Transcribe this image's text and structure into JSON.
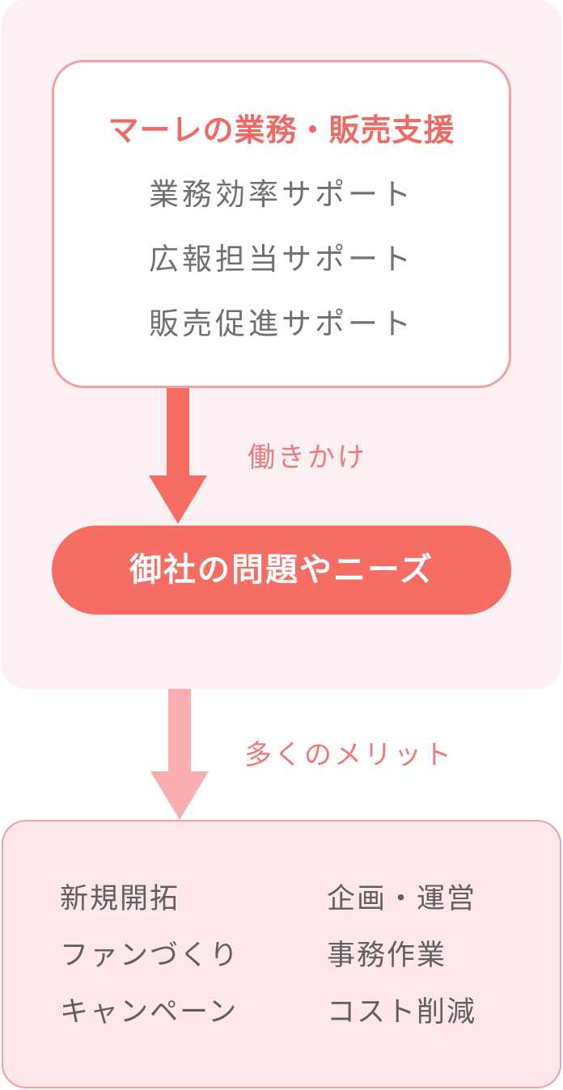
{
  "services": {
    "title": "マーレの業務・販売支援",
    "items": [
      "業務効率サポート",
      "広報担当サポート",
      "販売促進サポート"
    ]
  },
  "arrow1": {
    "label": "働きかけ",
    "color": "#f56d63"
  },
  "needs": {
    "label": "御社の問題やニーズ"
  },
  "arrow2": {
    "label": "多くのメリット",
    "color": "#fbaeb0"
  },
  "benefits": {
    "left": [
      "新規開拓",
      "ファンづくり",
      "キャンペーン"
    ],
    "right": [
      "企画・運営",
      "事務作業",
      "コスト削減"
    ]
  }
}
